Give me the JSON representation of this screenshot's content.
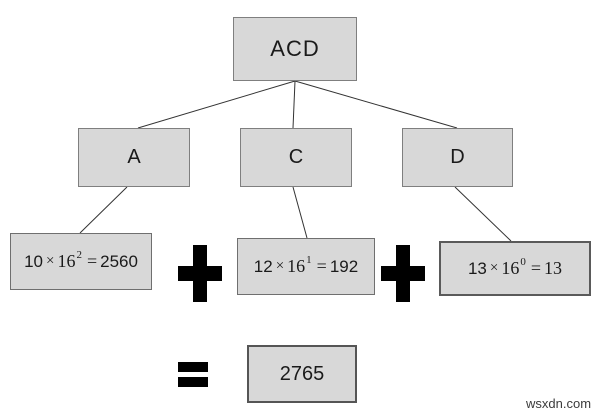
{
  "page": {
    "background": "#ffffff",
    "watermark": "wsxdn.com"
  },
  "tree": {
    "root": "ACD",
    "digits": [
      {
        "label": "A"
      },
      {
        "label": "C"
      },
      {
        "label": "D"
      }
    ]
  },
  "terms": [
    {
      "coefficient": "10",
      "times": "×",
      "base": "16",
      "exponent": "2",
      "equals": "=",
      "result": "2560"
    },
    {
      "coefficient": "12",
      "times": "×",
      "base": "16",
      "exponent": "1",
      "equals": "=",
      "result": "192"
    },
    {
      "coefficient": "13",
      "times": "×",
      "base": "16",
      "exponent": "0",
      "equals": "=",
      "result": "13"
    }
  ],
  "operators": {
    "plus": "+",
    "equals": "="
  },
  "total": "2765",
  "colors": {
    "box_fill": "#d8d8d8",
    "box_border": "#7f7f7f",
    "line": "#333333",
    "operator": "#000000",
    "text": "#1a1a1a",
    "watermark": "#3b3b3b"
  }
}
